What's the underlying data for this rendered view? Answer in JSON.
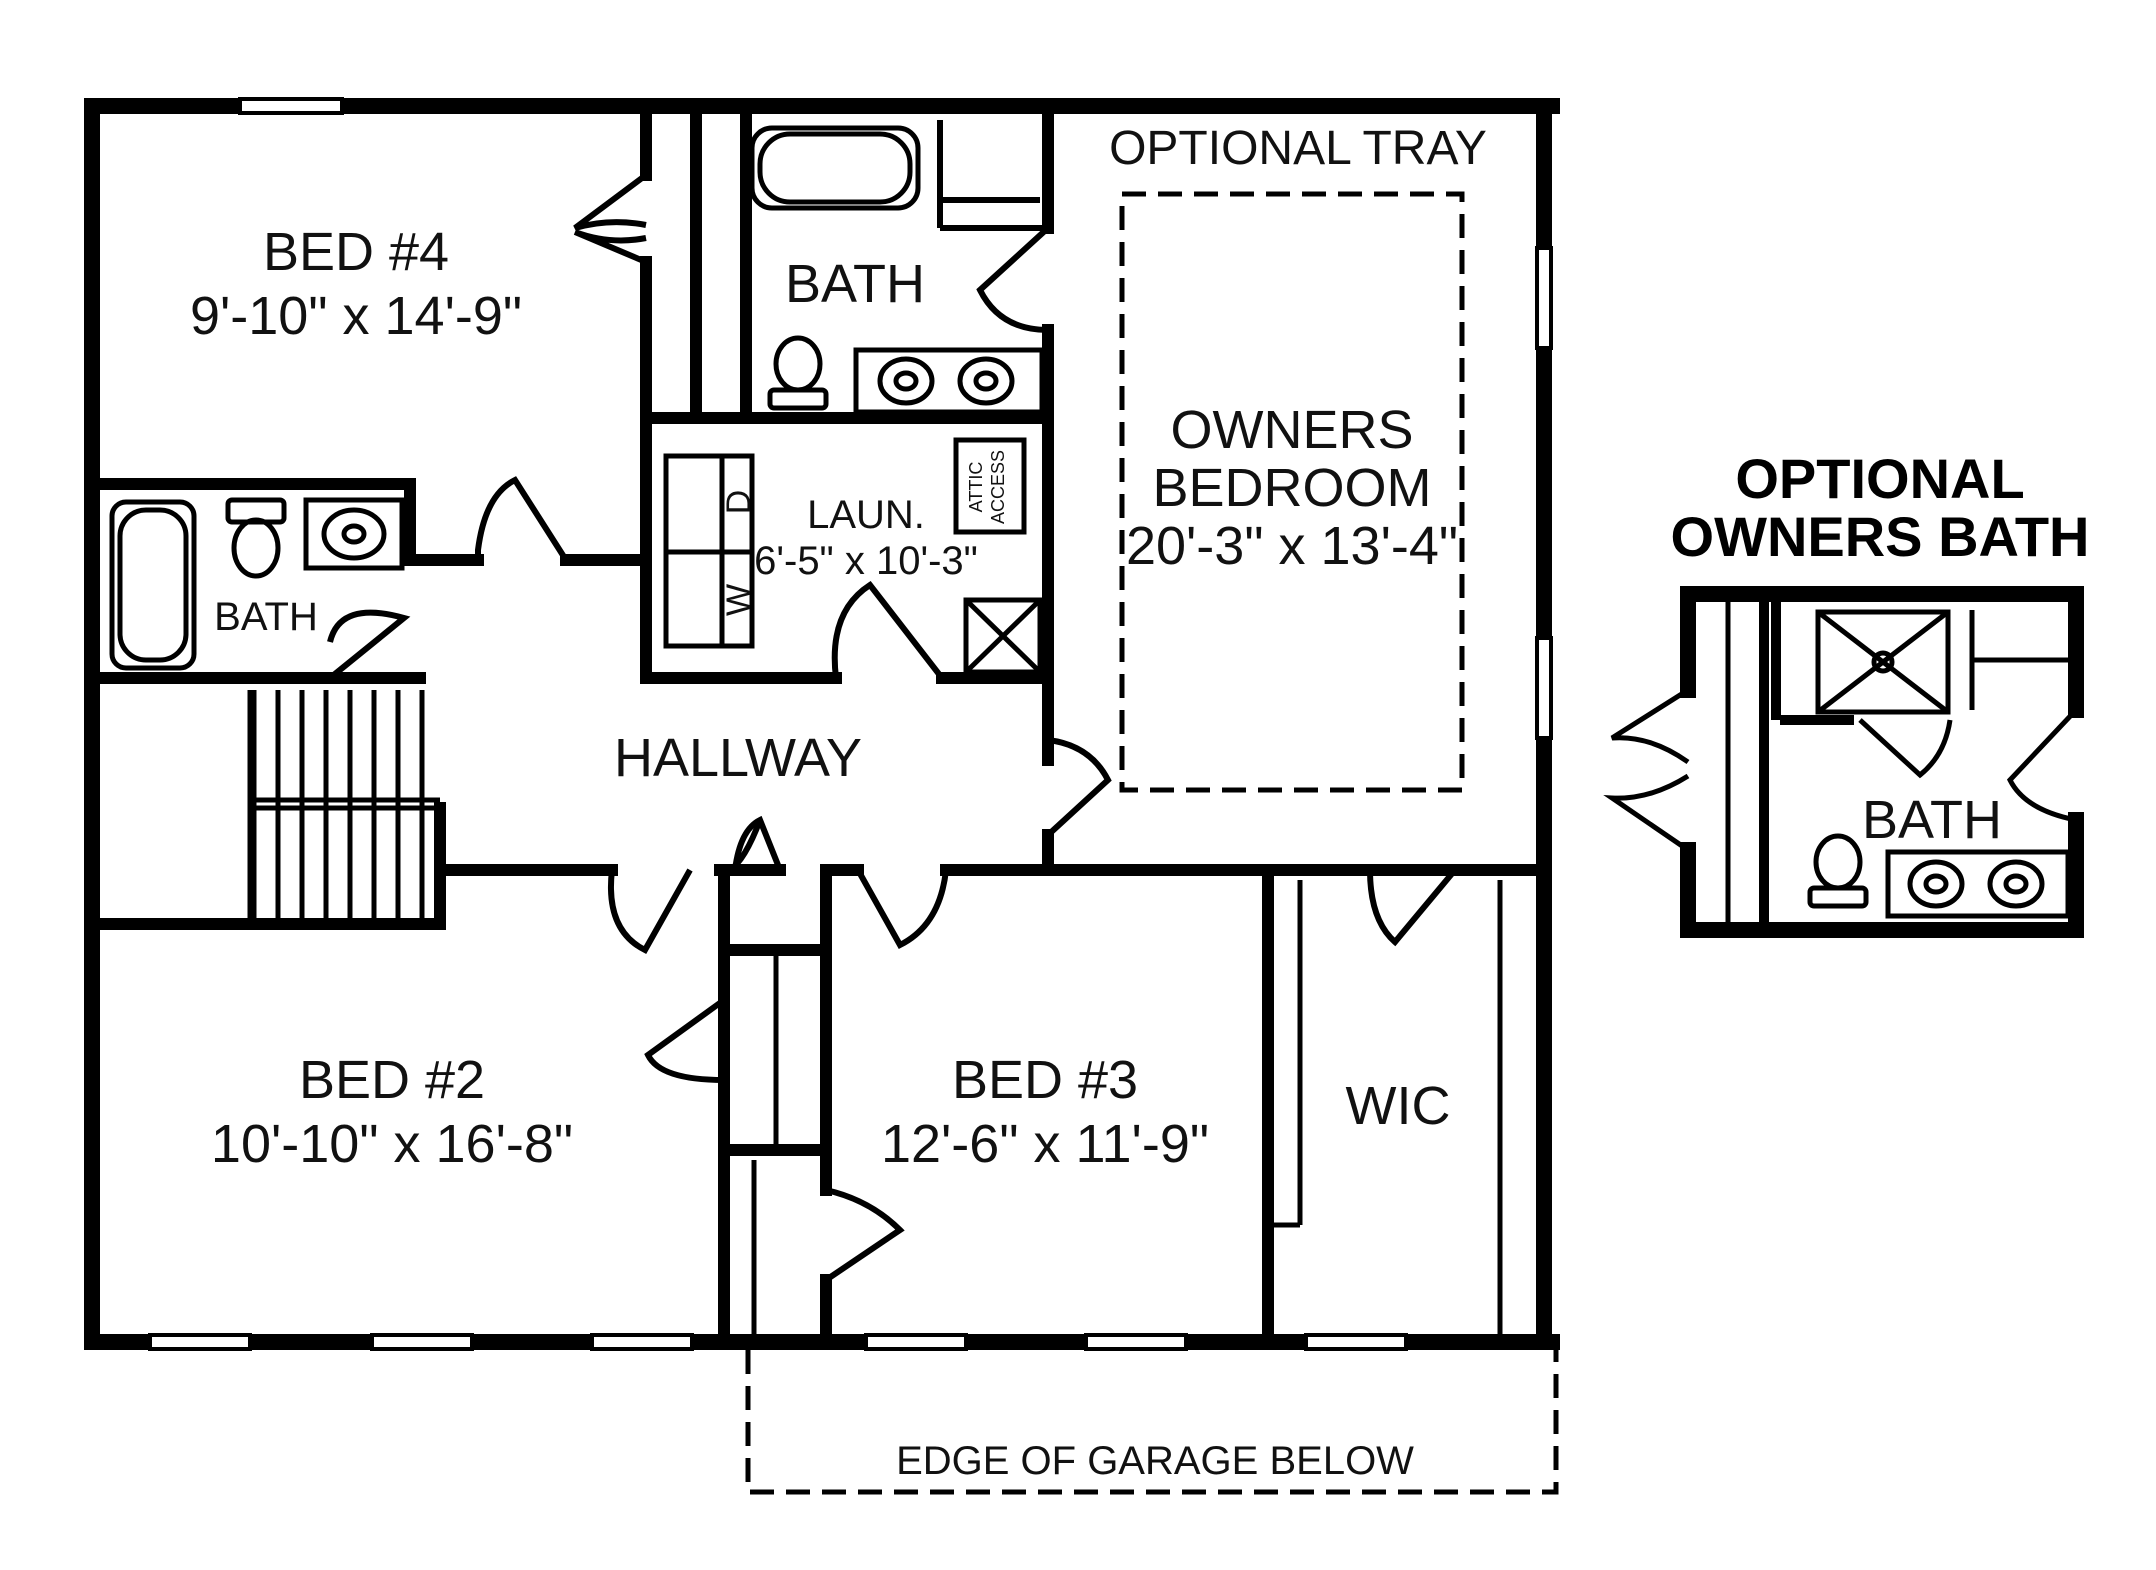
{
  "colors": {
    "wall": "#000000",
    "background": "#ffffff",
    "text": "#111111"
  },
  "rooms": {
    "bed4": {
      "name": "BED #4",
      "size": "9'-10\" x 14'-9\""
    },
    "bath_upper": {
      "name": "BATH"
    },
    "laundry": {
      "name": "LAUN.",
      "size": "6'-5\" x 10'-3\"",
      "attic_line1": "ATTIC",
      "attic_line2": "ACCESS",
      "dryer": "D",
      "washer": "W"
    },
    "bath_left": {
      "name": "BATH"
    },
    "owners": {
      "line1": "OWNERS",
      "line2": "BEDROOM",
      "size": "20'-3\" x 13'-4\""
    },
    "tray": {
      "label": "OPTIONAL TRAY"
    },
    "hallway": {
      "name": "HALLWAY"
    },
    "bed2": {
      "name": "BED #2",
      "size": "10'-10\" x 16'-8\""
    },
    "bed3": {
      "name": "BED #3",
      "size": "12'-6\" x 11'-9\""
    },
    "wic": {
      "name": "WIC"
    },
    "garage": {
      "label": "EDGE OF GARAGE BELOW"
    }
  },
  "optional_bath": {
    "title_line1": "OPTIONAL",
    "title_line2": "OWNERS BATH",
    "name": "BATH"
  }
}
